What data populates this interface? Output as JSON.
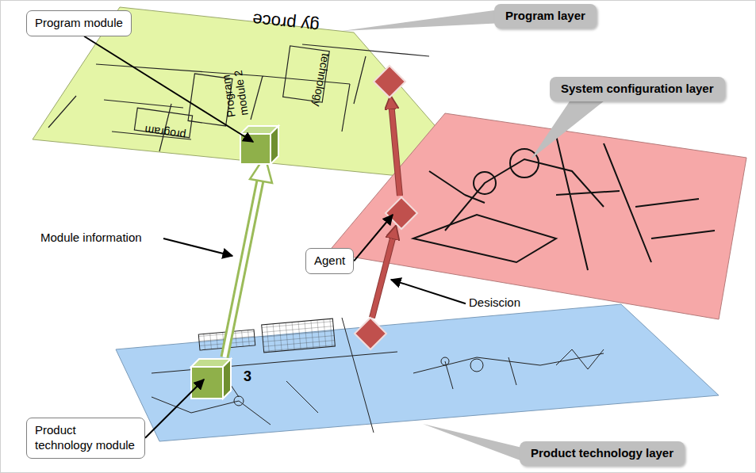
{
  "diagram": {
    "nodes": [
      {
        "text": [
          "Program module"
        ]
      },
      {
        "text": [
          "Program layer"
        ]
      },
      {
        "text": [
          "System configuration layer"
        ]
      },
      {
        "text": [
          "Agent"
        ]
      },
      {
        "text": [
          "Product technology module"
        ]
      },
      {
        "text": [
          "Product technology layer"
        ]
      }
    ],
    "labels": [
      "Module information",
      "Desiscion",
      "gy proce",
      "program",
      "Program module 2",
      "technology",
      "3"
    ]
  }
}
